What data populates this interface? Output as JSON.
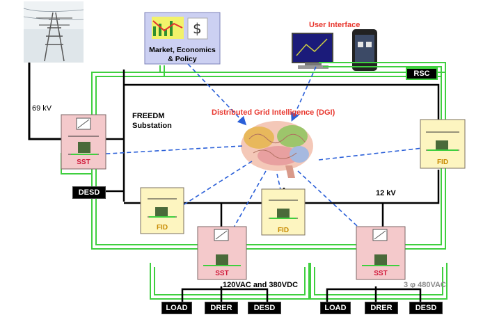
{
  "labels": {
    "market": "Market, Economics & Policy",
    "market_line1": "Market, Economics",
    "market_line2": "& Policy",
    "user_interface": "User Interface",
    "rsc": "RSC",
    "voltage_69": "69 kV",
    "freedm_line1": "FREEDM",
    "freedm_line2": "Substation",
    "dgi": "Distributed Grid Intelligence (DGI)",
    "voltage_12": "12 kV",
    "ac_dc": "120VAC and 380VDC",
    "three_phase": "3 φ 480VAC",
    "desd_left": "DESD"
  },
  "nodes": {
    "sst_main": "SST",
    "fid_left": "FID",
    "fid_mid": "FID",
    "fid_right": "FID",
    "sst_center": "SST",
    "sst_right": "SST"
  },
  "loads_left": [
    "LOAD",
    "DRER",
    "DESD"
  ],
  "loads_right": [
    "LOAD",
    "DRER",
    "DESD"
  ],
  "colors": {
    "sst_fill": "#f4c9cb",
    "fid_fill": "#fdf5c0",
    "link_green": "#3fcf3f",
    "dgi_red": "#e8372e",
    "dashed_blue": "#2a5fd8",
    "sst_text": "#d0183a",
    "fid_text": "#c78a00"
  },
  "icons": [
    "transmission-tower-icon",
    "market-chart-icon",
    "monitor-icon",
    "smartphone-icon",
    "brain-icon"
  ]
}
